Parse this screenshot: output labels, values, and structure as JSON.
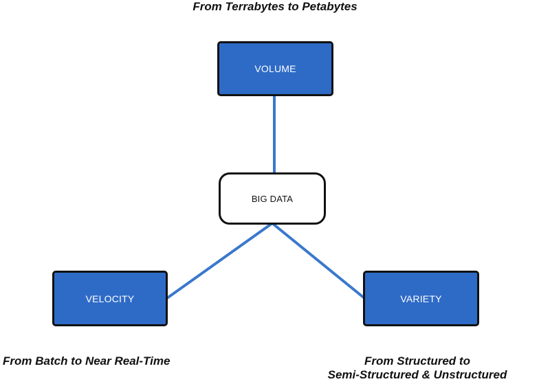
{
  "colors": {
    "node_fill": "#2e6bc6",
    "connector": "#3a78cc",
    "border": "#111111"
  },
  "diagram": {
    "center": {
      "label": "BIG DATA"
    },
    "volume": {
      "label": "VOLUME",
      "caption": "From Terrabytes to Petabytes"
    },
    "velocity": {
      "label": "VELOCITY",
      "caption": "From Batch to Near Real-Time"
    },
    "variety": {
      "label": "VARIETY",
      "caption_line1": "From Structured to",
      "caption_line2": "Semi-Structured & Unstructured"
    }
  }
}
